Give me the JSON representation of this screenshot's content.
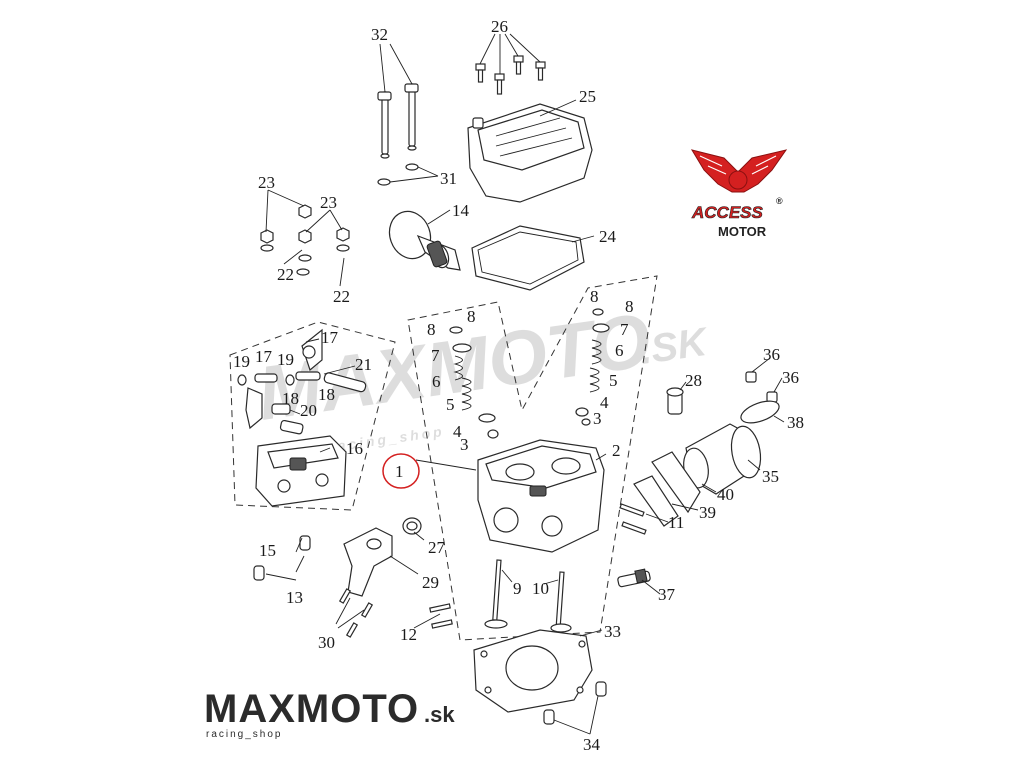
{
  "callouts": [
    "1",
    "2",
    "3",
    "3",
    "4",
    "4",
    "5",
    "5",
    "6",
    "6",
    "7",
    "7",
    "8",
    "8",
    "8",
    "8",
    "9",
    "10",
    "11",
    "12",
    "13",
    "14",
    "15",
    "16",
    "17",
    "17",
    "18",
    "18",
    "19",
    "19",
    "20",
    "21",
    "22",
    "22",
    "23",
    "23",
    "24",
    "25",
    "26",
    "27",
    "28",
    "29",
    "30",
    "31",
    "32",
    "33",
    "34",
    "35",
    "36",
    "36",
    "37",
    "38",
    "39",
    "40"
  ],
  "logo": {
    "name": "ACCESS",
    "sub": "MOTOR",
    "reg": "®",
    "accent": "#d42020"
  },
  "watermark": {
    "main": "MAXMOTO",
    "suffix": ".SK",
    "tagline": "racing_shop"
  },
  "brand": {
    "main": "MAXMOTO",
    "suffix": ".sk",
    "tagline": "racing_shop"
  },
  "highlight_color": "#d42020"
}
